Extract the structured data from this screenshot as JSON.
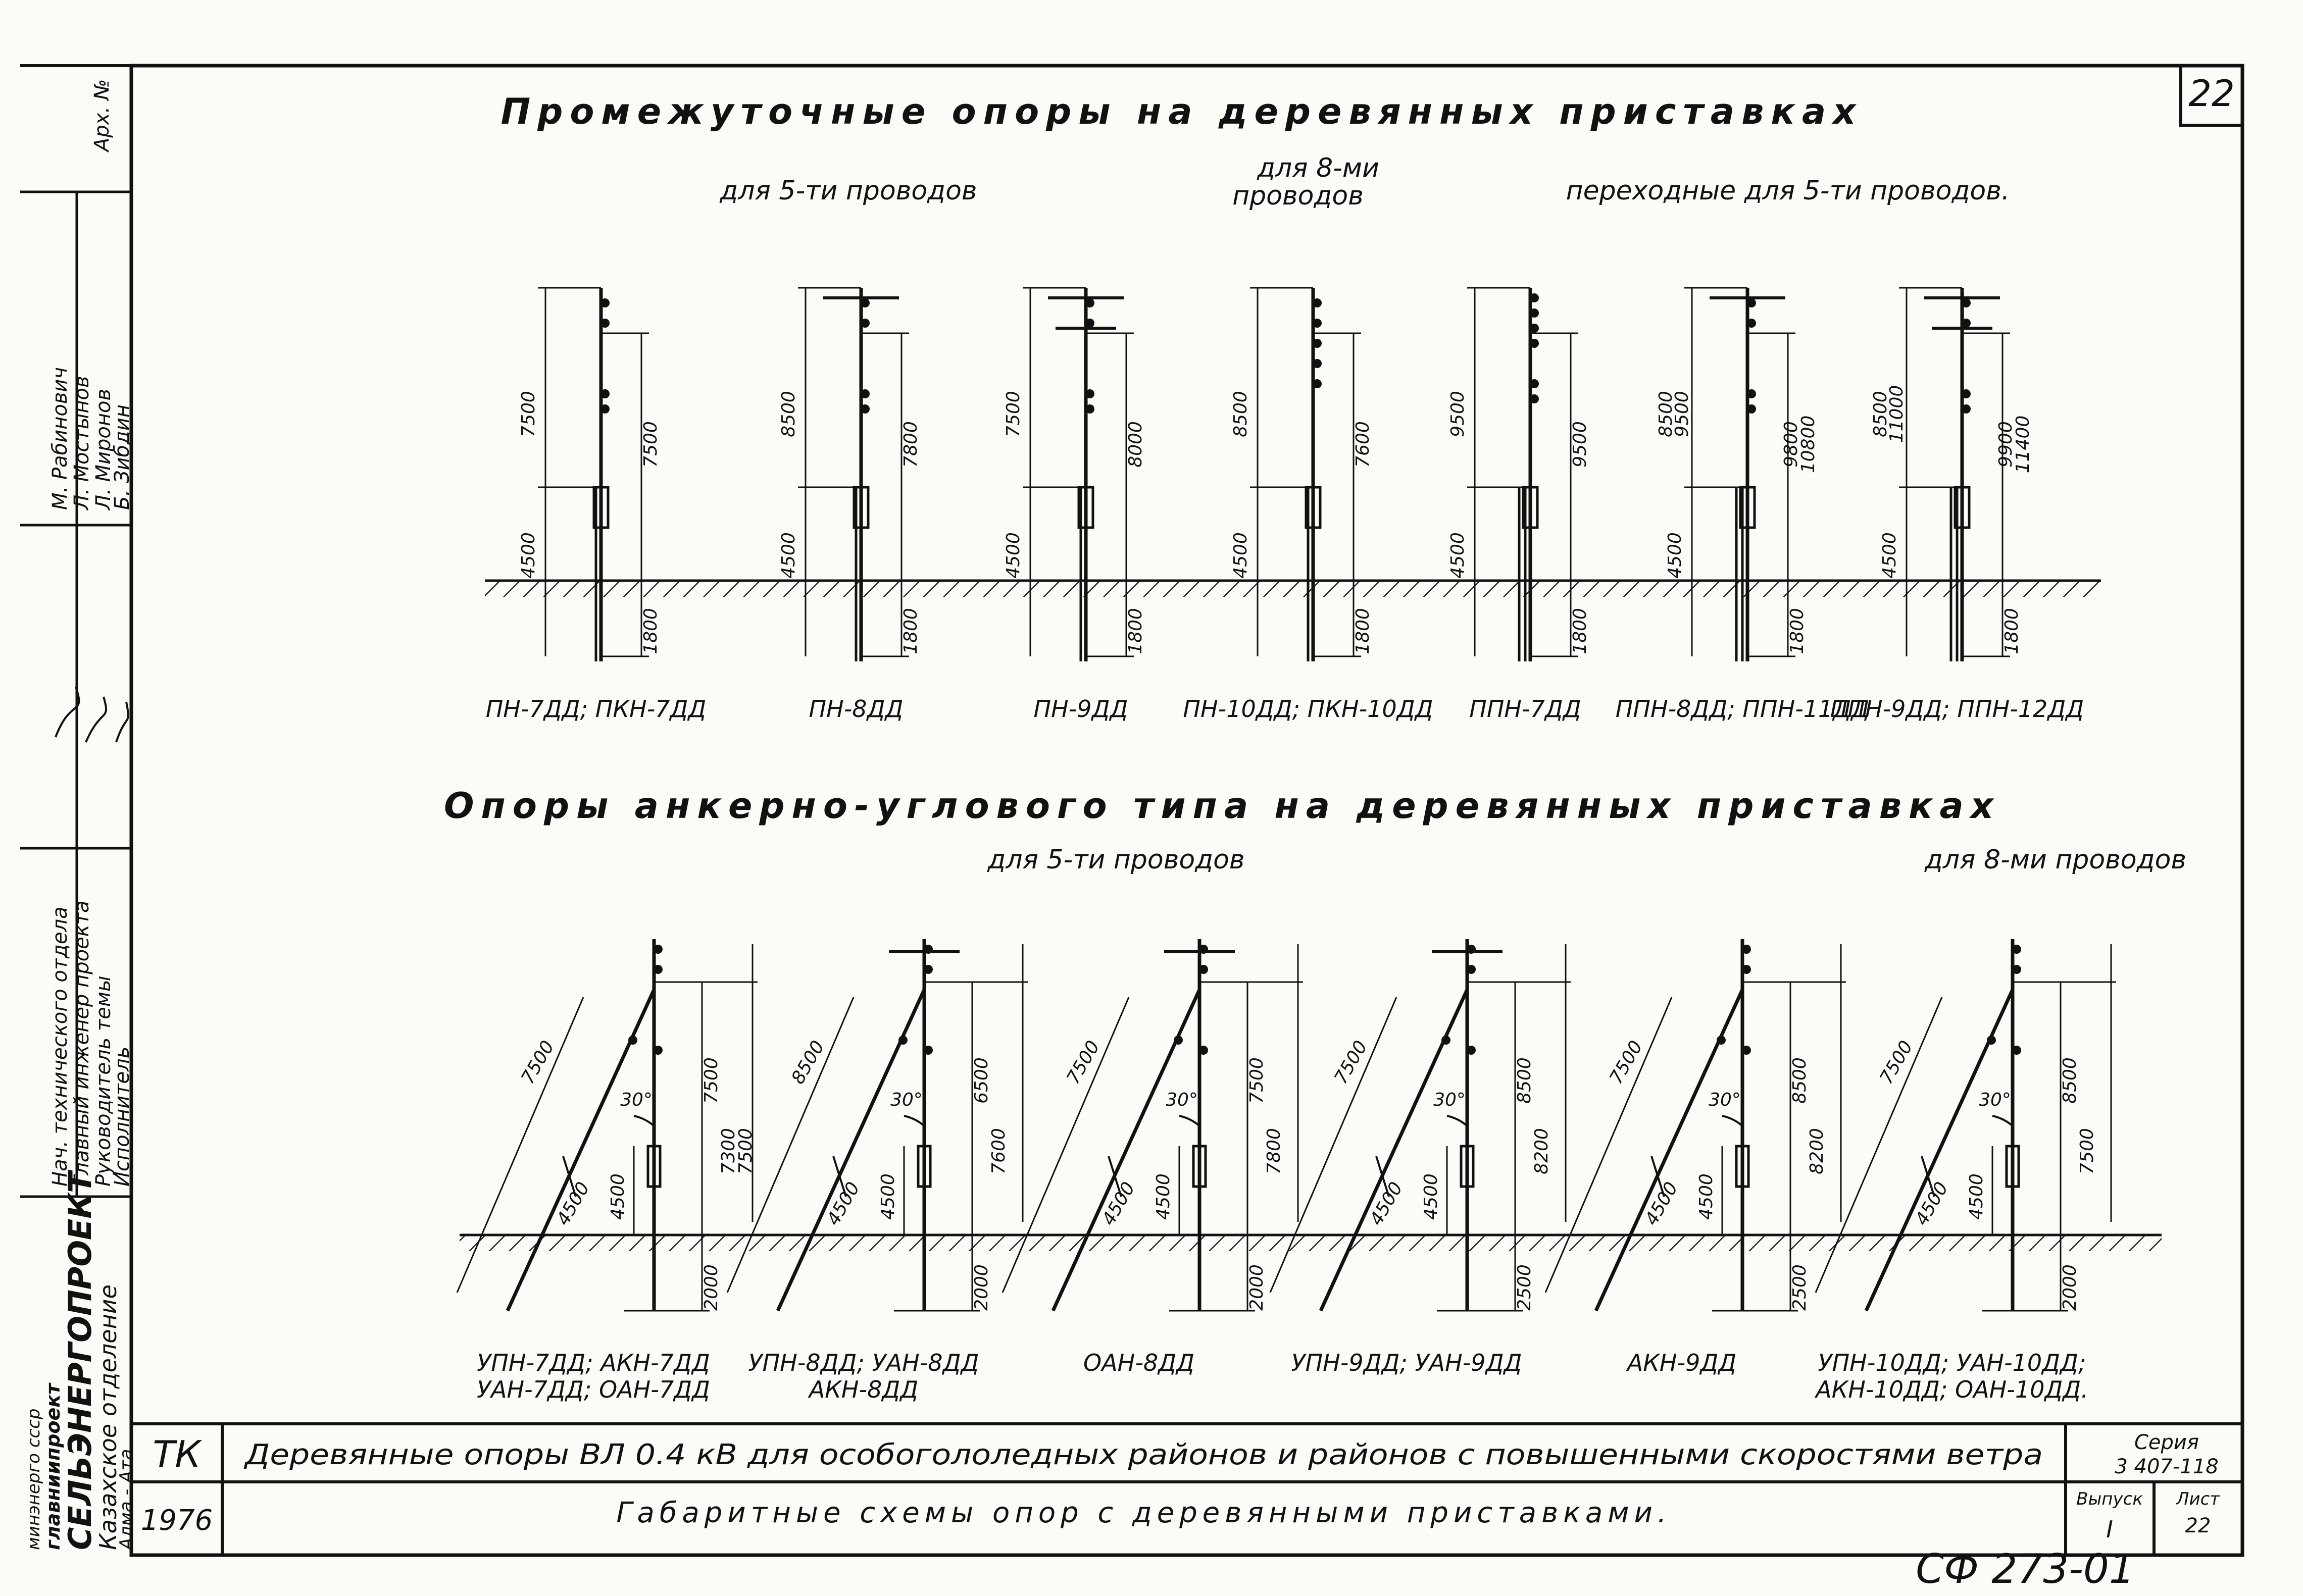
{
  "sheet": {
    "page_number": "22",
    "archive_label": "Арх. №",
    "code_bottom": "СФ 273-01"
  },
  "section_top": {
    "title": "Промежуточные опоры на деревянных приставках",
    "group_5": "для 5-ти проводов",
    "group_8_line1": "для 8-ми",
    "group_8_line2": "проводов",
    "group_transit": "переходные для 5-ти проводов.",
    "poles": [
      {
        "label": "ПН-7ДД; ПКН-7ДД",
        "left_dims": [
          "7500",
          "4500"
        ],
        "right_dims": [
          "7500",
          "1800"
        ]
      },
      {
        "label": "ПН-8ДД",
        "left_dims": [
          "8500",
          "4500"
        ],
        "right_dims": [
          "7800",
          "1800"
        ]
      },
      {
        "label": "ПН-9ДД",
        "left_dims": [
          "7500",
          "4500"
        ],
        "right_dims": [
          "8000",
          "1800"
        ]
      },
      {
        "label": "ПН-10ДД; ПКН-10ДД",
        "left_dims": [
          "8500",
          "4500"
        ],
        "right_dims": [
          "7600",
          "1800"
        ]
      },
      {
        "label": "ППН-7ДД",
        "left_dims": [
          "9500",
          "4500"
        ],
        "right_dims": [
          "9500",
          "1800"
        ]
      },
      {
        "label": "ППН-8ДД; ППН-11ДД",
        "left_dims": [
          "8500",
          "9500",
          "4500"
        ],
        "right_dims": [
          "9800",
          "10800",
          "1800"
        ]
      },
      {
        "label": "ППН-9ДД; ППН-12ДД",
        "left_dims": [
          "8500",
          "11000",
          "4500"
        ],
        "right_dims": [
          "9900",
          "11400",
          "1800"
        ]
      }
    ]
  },
  "section_bottom": {
    "title": "Опоры анкерно-углового типа на деревянных приставках",
    "group_5": "для 5-ти проводов",
    "group_8": "для 8-ми проводов",
    "angle": "30°",
    "poles": [
      {
        "label1": "УПН-7ДД; АКН-7ДД",
        "label2": "УАН-7ДД; ОАН-7ДД",
        "strut": "7500",
        "strut_low": "4500",
        "left": "4500",
        "right": [
          "7500",
          "7300",
          "7500"
        ],
        "ground": "2000"
      },
      {
        "label1": "УПН-8ДД; УАН-8ДД",
        "label2": "АКН-8ДД",
        "strut": "8500",
        "strut_low": "4500",
        "left": "4500",
        "right": [
          "6500",
          "7600"
        ],
        "ground": "2000"
      },
      {
        "label1": "ОАН-8ДД",
        "label2": "",
        "strut": "7500",
        "strut_low": "4500",
        "left": "4500",
        "right": [
          "7500",
          "7800"
        ],
        "ground": "2000"
      },
      {
        "label1": "УПН-9ДД; УАН-9ДД",
        "label2": "",
        "strut": "7500",
        "strut_low": "4500",
        "left": "4500",
        "right": [
          "8500",
          "8200"
        ],
        "ground": "2500"
      },
      {
        "label1": "АКН-9ДД",
        "label2": "",
        "strut": "7500",
        "strut_low": "4500",
        "left": "4500",
        "right": [
          "8500",
          "8200"
        ],
        "ground": "2500"
      },
      {
        "label1": "УПН-10ДД; УАН-10ДД;",
        "label2": "АКН-10ДД; ОАН-10ДД.",
        "strut": "7500",
        "strut_low": "4500",
        "left": "4500",
        "right": [
          "8500",
          "7500"
        ],
        "ground": "2000"
      }
    ]
  },
  "sidebar": {
    "org_line1": "минэнерго ссср",
    "org_line2": "главниипроект",
    "org_line3": "СЕЛЬЭНЕРГОПРОЕКТ",
    "org_line4": "Казахское отделение",
    "org_line5": "Алма - Ата",
    "roles": [
      "Нач. технического отдела",
      "Главный инженер проекта",
      "Руководитель темы",
      "Исполнитель"
    ],
    "names": [
      "М. Рабинович",
      "Л. Мостынов",
      "Л. Миронов",
      "Б. Зибдин"
    ]
  },
  "title_block": {
    "tk": "ТК",
    "year": "1976",
    "line1": "Деревянные опоры ВЛ 0.4 кВ для особогололедных районов и районов с повышенными скоростями ветра",
    "line2": "Габаритные схемы опор с деревянными приставками.",
    "series_label": "Серия",
    "series_value": "3 407-118",
    "issue_label": "Выпуск",
    "issue_value": "I",
    "sheet_label": "Лист",
    "sheet_value": "22"
  }
}
